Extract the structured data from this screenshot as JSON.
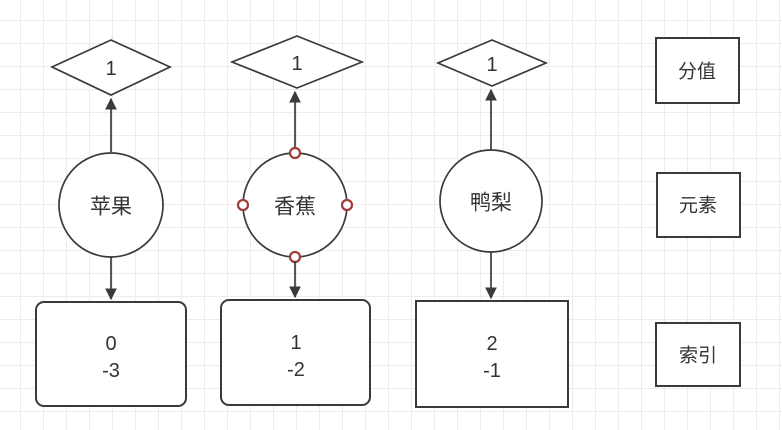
{
  "canvas": {
    "background_color": "#ffffff",
    "grid_color": "#ececec",
    "stroke_color": "#3a3a3a",
    "text_color": "#333333",
    "handle_color": "#9e3b38"
  },
  "columns": [
    {
      "score": "1",
      "element": "苹果",
      "index": "0",
      "negative_index": "-3"
    },
    {
      "score": "1",
      "element": "香蕉",
      "index": "1",
      "negative_index": "-2"
    },
    {
      "score": "1",
      "element": "鸭梨",
      "index": "2",
      "negative_index": "-1"
    }
  ],
  "legend": [
    {
      "label": "分值"
    },
    {
      "label": "元素"
    },
    {
      "label": "索引"
    }
  ]
}
